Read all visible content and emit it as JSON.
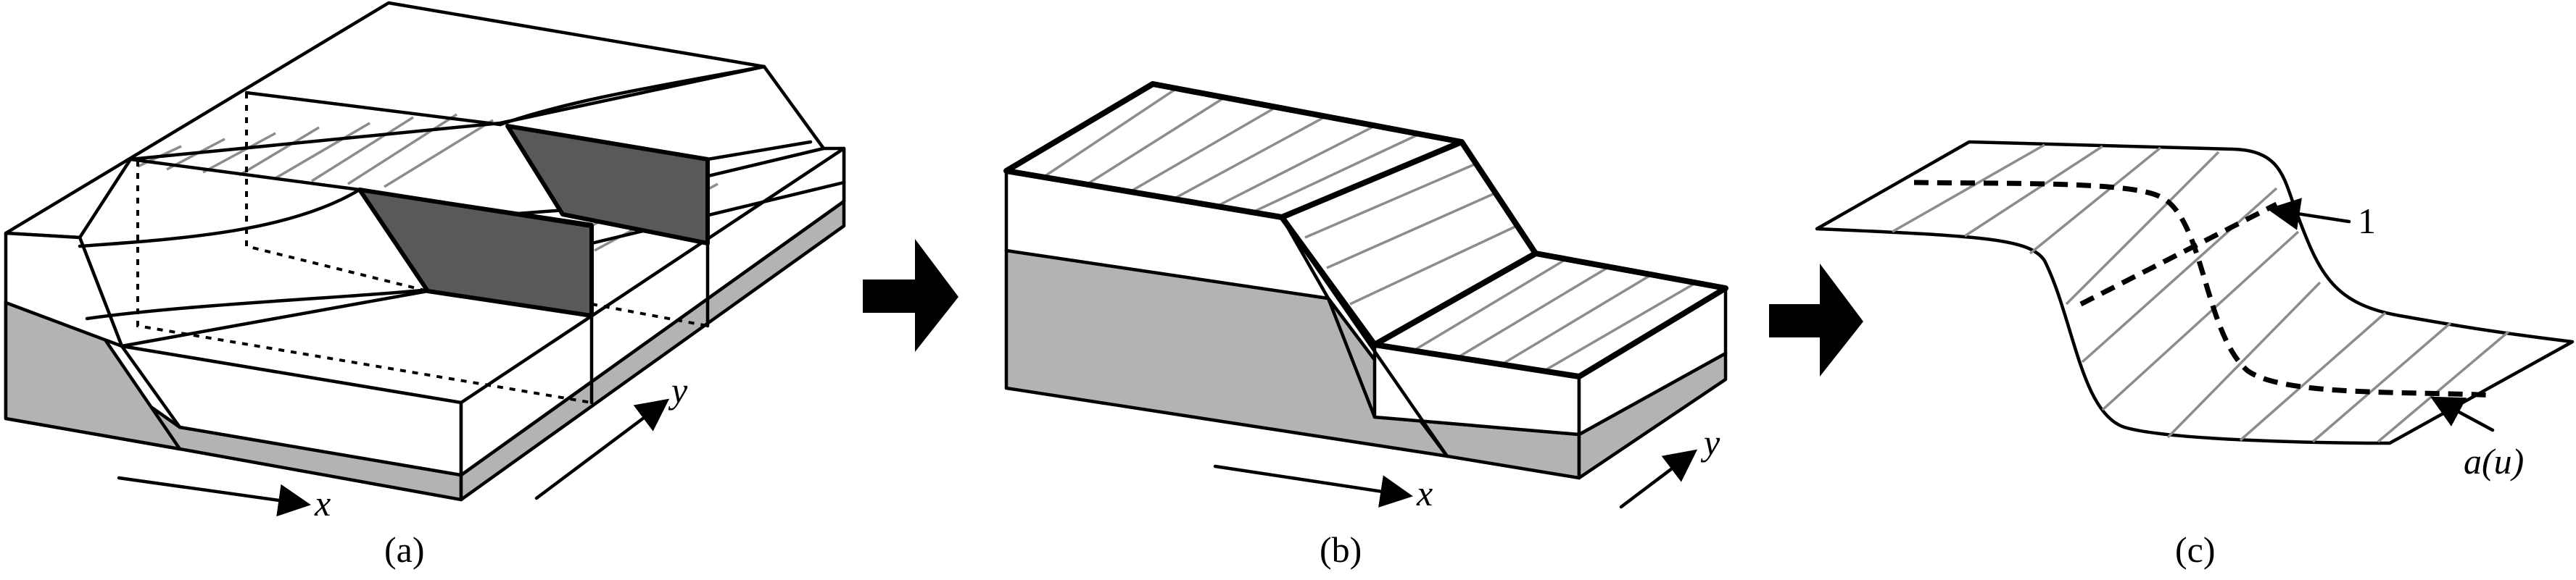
{
  "panels": [
    {
      "id": "a",
      "caption": "(a)",
      "axis_x": "x",
      "axis_y": "y"
    },
    {
      "id": "b",
      "caption": "(b)",
      "axis_x": "x",
      "axis_y": "y"
    },
    {
      "id": "c",
      "caption": "(c)",
      "label_line": "1",
      "label_curve": "a(u)"
    }
  ],
  "colors": {
    "rock_grey": "#b3b3b3",
    "fault_dark": "#595959",
    "hatch": "#8c8c8c",
    "stroke": "#000000"
  }
}
